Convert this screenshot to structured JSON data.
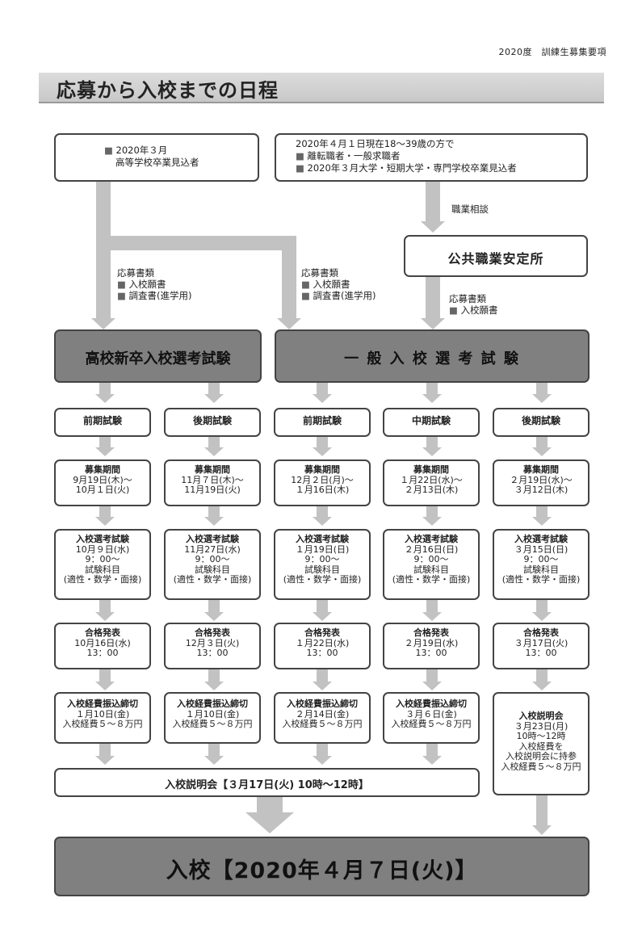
{
  "header_right": "2020度　訓練生募集要項",
  "title": "応募から入校までの日程",
  "top_left": {
    "line1": "2020年３月",
    "line2": "高等学校卒業見込者"
  },
  "top_right": {
    "line1": "2020年４月１日現在18～39歳の方で",
    "line2": "離転職者・一般求職者",
    "line3": "2020年３月大学・短期大学・専門学校卒業見込者"
  },
  "label_consult": "職業相談",
  "hello_work": "公共職業安定所",
  "docs_left": {
    "title": "応募書類",
    "item1": "入校願書",
    "item2": "調査書(進学用)"
  },
  "docs_mid": {
    "title": "応募書類",
    "item1": "入校願書",
    "item2": "調査書(進学用)"
  },
  "docs_right": {
    "title": "応募書類",
    "item1": "入校願書"
  },
  "exam_hs": "高校新卒入校選考試験",
  "exam_general": "一 般 入 校 選 考 試 験",
  "columns": [
    {
      "term": "前期試験",
      "recruit": {
        "head": "募集期間",
        "l1": "9月19日(木)～",
        "l2": "10月１日(火)"
      },
      "exam": {
        "head": "入校選考試験",
        "l1": "10月９日(水)",
        "l2": "9：00～",
        "l3": "試験科目",
        "l4": "(適性・数学・面接)"
      },
      "result": {
        "head": "合格発表",
        "l1": "10月16日(水)",
        "l2": "13：00"
      },
      "fee": {
        "head": "入校経費振込締切",
        "l1": "１月10日(金)",
        "l2": "入校経費５～８万円"
      }
    },
    {
      "term": "後期試験",
      "recruit": {
        "head": "募集期間",
        "l1": "11月７日(木)～",
        "l2": "11月19日(火)"
      },
      "exam": {
        "head": "入校選考試験",
        "l1": "11月27日(水)",
        "l2": "9：00～",
        "l3": "試験科目",
        "l4": "(適性・数学・面接)"
      },
      "result": {
        "head": "合格発表",
        "l1": "12月３日(火)",
        "l2": "13：00"
      },
      "fee": {
        "head": "入校経費振込締切",
        "l1": "１月10日(金)",
        "l2": "入校経費５～８万円"
      }
    },
    {
      "term": "前期試験",
      "recruit": {
        "head": "募集期間",
        "l1": "12月２日(月)～",
        "l2": "１月16日(木)"
      },
      "exam": {
        "head": "入校選考試験",
        "l1": "１月19日(日)",
        "l2": "9：00～",
        "l3": "試験科目",
        "l4": "(適性・数学・面接)"
      },
      "result": {
        "head": "合格発表",
        "l1": "１月22日(水)",
        "l2": "13：00"
      },
      "fee": {
        "head": "入校経費振込締切",
        "l1": "２月14日(金)",
        "l2": "入校経費５～８万円"
      }
    },
    {
      "term": "中期試験",
      "recruit": {
        "head": "募集期間",
        "l1": "１月22日(水)～",
        "l2": "２月13日(木)"
      },
      "exam": {
        "head": "入校選考試験",
        "l1": "２月16日(日)",
        "l2": "9：00～",
        "l3": "試験科目",
        "l4": "(適性・数学・面接)"
      },
      "result": {
        "head": "合格発表",
        "l1": "２月19日(水)",
        "l2": "13：00"
      },
      "fee": {
        "head": "入校経費振込締切",
        "l1": "３月６日(金)",
        "l2": "入校経費５～８万円"
      }
    },
    {
      "term": "後期試験",
      "recruit": {
        "head": "募集期間",
        "l1": "２月19日(水)～",
        "l2": "３月12日(木)"
      },
      "exam": {
        "head": "入校選考試験",
        "l1": "３月15日(日)",
        "l2": "9：00～",
        "l3": "試験科目",
        "l4": "(適性・数学・面接)"
      },
      "result": {
        "head": "合格発表",
        "l1": "３月17日(火)",
        "l2": "13：00"
      }
    }
  ],
  "last_briefing": {
    "head": "入校説明会",
    "l1": "３月23日(月)",
    "l2": "10時～12時",
    "l3": "入校経費を",
    "l4": "入校説明会に持参",
    "l5": "入校経費５～８万円"
  },
  "briefing": "入校説明会【３月17日(火) 10時～12時】",
  "admission": "入校【2020年４月７日(火)】"
}
